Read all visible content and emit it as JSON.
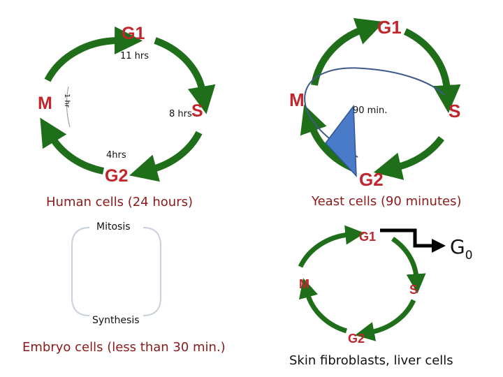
{
  "human": {
    "g1": "G1",
    "s": "S",
    "g2": "G2",
    "m": "M",
    "g1_time": "11 hrs",
    "s_time": "8 hrs",
    "g2_time": "4hrs",
    "m_time": "1 hr",
    "caption": "Human cells (24 hours)"
  },
  "yeast": {
    "g1": "G1",
    "s": "S",
    "g2": "G2",
    "m": "M",
    "time": "90 min.",
    "caption": "Yeast cells (90 minutes)"
  },
  "embryo": {
    "top_label": "Mitosis",
    "bottom_label": "Synthesis",
    "caption": "Embryo cells (less than 30 min.)"
  },
  "skin": {
    "g1": "G1",
    "s": "S",
    "g2": "G2",
    "m": "M",
    "g0": "G",
    "g0_sub": "0",
    "caption": "Skin fibroblasts, liver cells"
  },
  "colors": {
    "arrow_green": "#1e6e1a",
    "phase_red": "#c0262b",
    "wedge_blue": "#4a7bc8",
    "loop_blue": "#3d5a88"
  }
}
